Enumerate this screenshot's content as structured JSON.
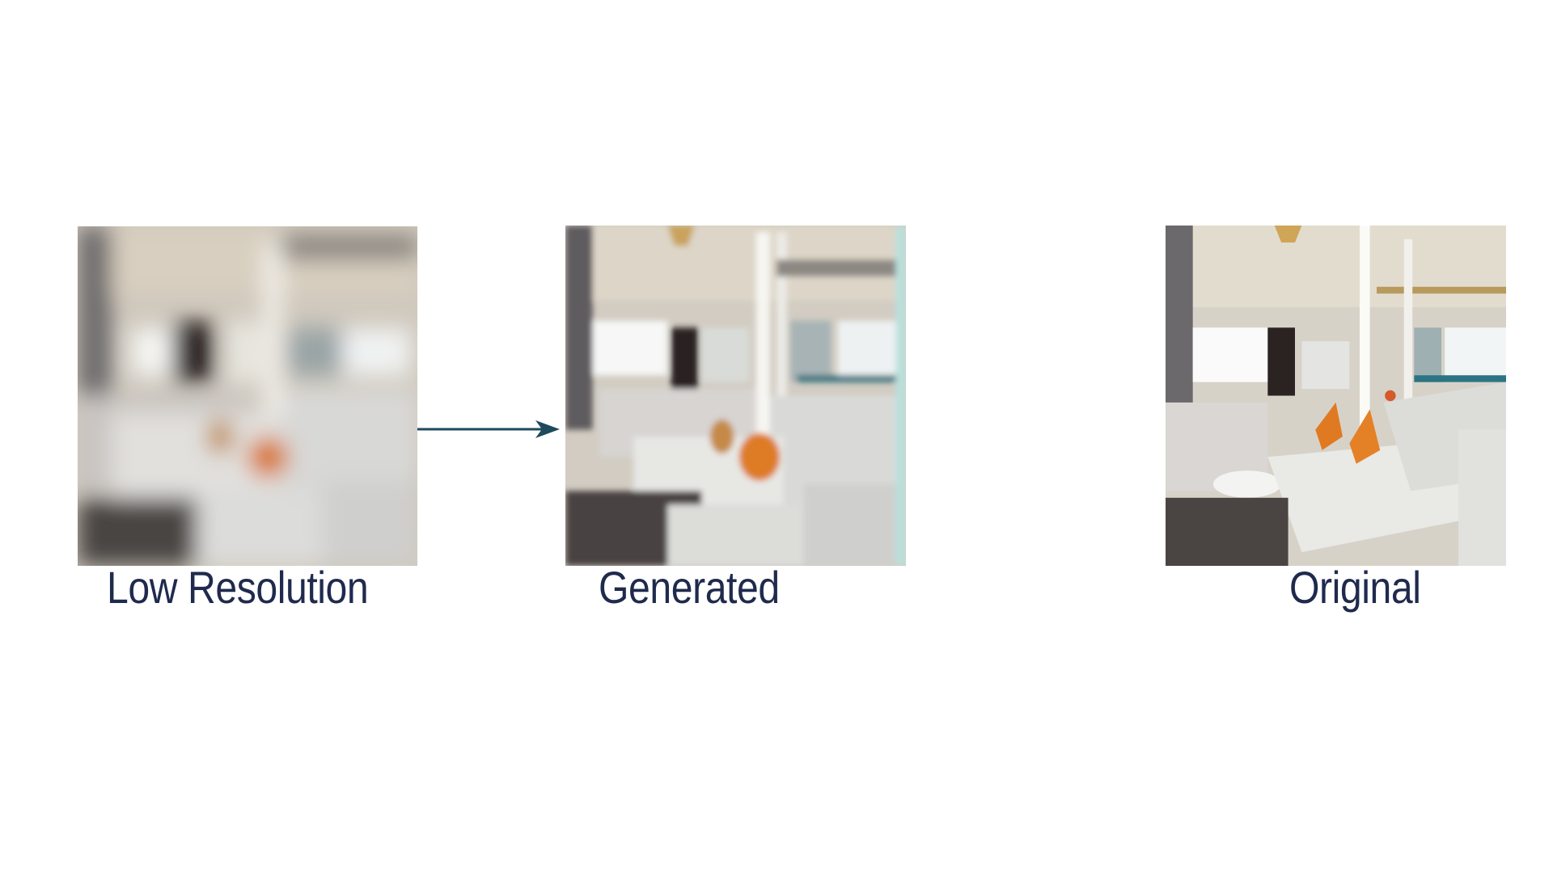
{
  "panels": [
    {
      "caption": "Low Resolution",
      "content": "blurry-pixelated-interior-photo"
    },
    {
      "caption": "Generated",
      "content": "upscaled-interior-photo"
    },
    {
      "caption": "Original",
      "content": "sharp-interior-photo"
    }
  ],
  "arrow": {
    "from": "Low Resolution",
    "to": "Generated"
  },
  "colors": {
    "caption_text": "#1f2a4d",
    "arrow": "#1e4a5e",
    "sofa": "#e9e9e6",
    "cushion": "#e07a22",
    "ceiling": "#d9d2c4",
    "floor": "#4a4443",
    "window": "#f4f6f6"
  }
}
